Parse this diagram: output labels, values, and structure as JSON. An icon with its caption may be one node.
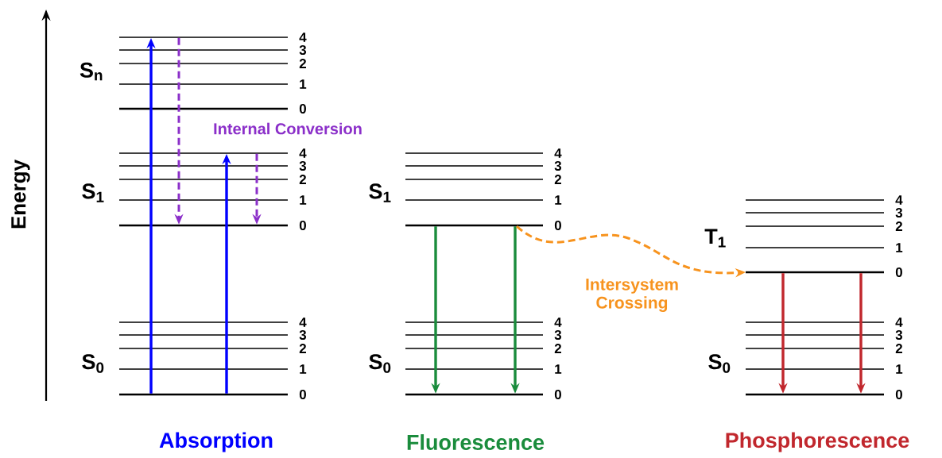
{
  "diagram": {
    "nodes": [
      {
        "text": [],
        "shape": "bar",
        "beside": [
          "4"
        ]
      },
      {
        "text": [],
        "shape": "bar",
        "beside": [
          "3"
        ]
      },
      {
        "text": [],
        "shape": "bar",
        "beside": [
          "2"
        ]
      },
      {
        "text": [],
        "shape": "bar",
        "beside": [
          "1"
        ]
      },
      {
        "text": [],
        "shape": "bar",
        "beside": [
          "0"
        ]
      },
      {
        "text": [],
        "shape": "bar",
        "beside": [
          "4"
        ]
      },
      {
        "text": [],
        "shape": "bar",
        "beside": [
          "3"
        ]
      },
      {
        "text": [],
        "shape": "bar",
        "beside": [
          "2"
        ]
      },
      {
        "text": [],
        "shape": "bar",
        "beside": [
          "1"
        ]
      },
      {
        "text": [],
        "shape": "bar",
        "beside": [
          "0"
        ]
      },
      {
        "text": [],
        "shape": "bar",
        "beside": [
          "4"
        ]
      },
      {
        "text": [],
        "shape": "bar",
        "beside": [
          "3"
        ]
      },
      {
        "text": [],
        "shape": "bar",
        "beside": [
          "2"
        ]
      },
      {
        "text": [],
        "shape": "bar",
        "beside": [
          "1"
        ]
      },
      {
        "text": [],
        "shape": "bar",
        "beside": [
          "0"
        ]
      },
      {
        "text": [],
        "shape": "bar",
        "beside": [
          "4"
        ]
      },
      {
        "text": [],
        "shape": "bar",
        "beside": [
          "3"
        ]
      },
      {
        "text": [],
        "shape": "bar",
        "beside": [
          "2"
        ]
      },
      {
        "text": [],
        "shape": "bar",
        "beside": [
          "1"
        ]
      },
      {
        "text": [],
        "shape": "bar",
        "beside": [
          "0"
        ]
      },
      {
        "text": [],
        "shape": "bar",
        "beside": [
          "4"
        ]
      },
      {
        "text": [],
        "shape": "bar",
        "beside": [
          "3"
        ]
      },
      {
        "text": [],
        "shape": "bar",
        "beside": [
          "2"
        ]
      },
      {
        "text": [],
        "shape": "bar",
        "beside": [
          "1"
        ]
      },
      {
        "text": [],
        "shape": "bar",
        "beside": [
          "0"
        ]
      },
      {
        "text": [],
        "shape": "bar",
        "beside": [
          "4"
        ]
      },
      {
        "text": [],
        "shape": "bar",
        "beside": [
          "3"
        ]
      },
      {
        "text": [],
        "shape": "bar",
        "beside": [
          "2"
        ]
      },
      {
        "text": [],
        "shape": "bar",
        "beside": [
          "1"
        ]
      },
      {
        "text": [],
        "shape": "bar",
        "beside": [
          "0"
        ]
      },
      {
        "text": [],
        "shape": "bar",
        "beside": [
          "4"
        ]
      },
      {
        "text": [],
        "shape": "bar",
        "beside": [
          "3"
        ]
      },
      {
        "text": [],
        "shape": "bar",
        "beside": [
          "2"
        ]
      },
      {
        "text": [],
        "shape": "bar",
        "beside": [
          "1"
        ]
      },
      {
        "text": [],
        "shape": "bar",
        "beside": [
          "0"
        ]
      }
    ],
    "edges": [
      {
        "from": 14,
        "to": 0,
        "arrow": "to",
        "color": "#0000ff"
      },
      {
        "from": 14,
        "to": 5,
        "arrow": "to",
        "color": "#0000ff"
      },
      {
        "from": 0,
        "to": 9,
        "arrow": "to",
        "style": "dashed",
        "color": "#8b2fc9"
      },
      {
        "from": 5,
        "to": 9,
        "arrow": "to",
        "style": "dashed",
        "color": "#8b2fc9"
      },
      {
        "from": 19,
        "to": 24,
        "arrow": "to",
        "color": "#1a8c3c"
      },
      {
        "from": 19,
        "to": 24,
        "arrow": "to",
        "color": "#1a8c3c"
      },
      {
        "from": 19,
        "to": 29,
        "arrow": "to",
        "style": "dashed",
        "color": "#f7931e",
        "label": "Intersystem Crossing"
      },
      {
        "from": 29,
        "to": 34,
        "arrow": "to",
        "color": "#c1272d"
      },
      {
        "from": 29,
        "to": 34,
        "arrow": "to",
        "color": "#c1272d"
      }
    ],
    "labels": [
      "Energy",
      "S$_{n}$",
      "Internal Conversion",
      "S$_{1}$",
      "S$_{0}$",
      "S$_{1}$",
      "S$_{0}$",
      "T$_{1}$",
      "S$_{0}$",
      "Absorption",
      "Fluorescence",
      "Phosphorescence"
    ]
  }
}
